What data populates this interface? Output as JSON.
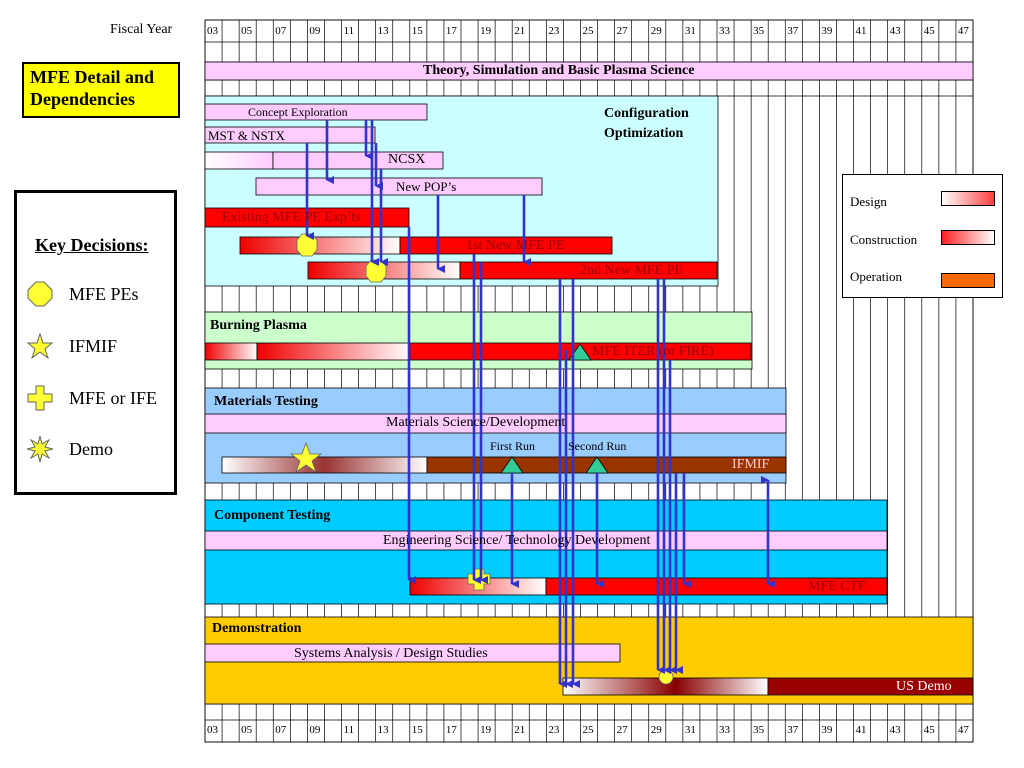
{
  "fiscal_year_label": "Fiscal Year",
  "years": [
    "03",
    "05",
    "07",
    "09",
    "11",
    "13",
    "15",
    "17",
    "19",
    "21",
    "23",
    "25",
    "27",
    "29",
    "31",
    "33",
    "35",
    "37",
    "39",
    "41",
    "43",
    "45",
    "47"
  ],
  "title_box": "MFE Detail and Dependencies",
  "key": {
    "title": "Key Decisions:",
    "items": [
      {
        "label": "MFE PEs",
        "icon": "octagon-burst-icon"
      },
      {
        "label": "IFMIF",
        "icon": "star-icon"
      },
      {
        "label": "MFE or IFE",
        "icon": "cross-burst-icon"
      },
      {
        "label": "Demo",
        "icon": "sunburst-icon"
      }
    ]
  },
  "legend": {
    "items": [
      {
        "label": "Design",
        "color": "#ff4040"
      },
      {
        "label": "Construction",
        "color": "#ff3a3a"
      },
      {
        "label": "Operation",
        "color": "#ff6600"
      }
    ]
  },
  "theory_bar": "Theory, Simulation and Basic Plasma Science",
  "config": {
    "title": "Configuration Optimization",
    "concept": "Concept Exploration",
    "mst": "MST & NSTX",
    "ncsx": "NCSX",
    "pops": "New POP’s",
    "existing": "Existing MFE PE Exp’ts",
    "pe1": "1st New MFE PE",
    "pe2": "2nd New MFE PE"
  },
  "burning": {
    "title": "Burning Plasma",
    "iter": "MFE ITER (or FIRE)"
  },
  "materials": {
    "title": "Materials Testing",
    "science": "Materials Science/Development",
    "first_run": "First Run",
    "second_run": "Second Run",
    "ifmif": "IFMIF"
  },
  "component": {
    "title": "Component Testing",
    "eng": "Engineering Science/ Technology Development",
    "ctf": "MFE CTF"
  },
  "demo": {
    "title": "Demonstration",
    "systems": "Systems Analysis / Design Studies",
    "us_demo": "US Demo"
  },
  "colors": {
    "pink": "#ffccff",
    "cyan": "#ccffff",
    "green": "#ccffcc",
    "blue": "#99ccff",
    "aqua": "#00ccff",
    "gold": "#ffcc00",
    "red": "#ff0000",
    "brown": "#993300",
    "darkred": "#990000",
    "arrow": "#3333cc"
  }
}
